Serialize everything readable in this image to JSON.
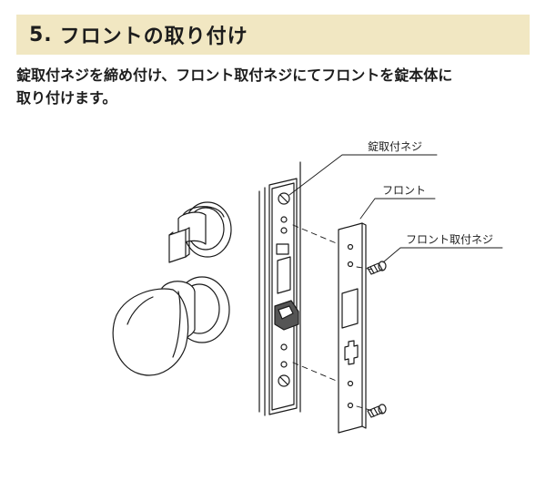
{
  "header": {
    "number": "5.",
    "title": "フロントの取り付け"
  },
  "intro": {
    "line1": "錠取付ネジを締め付け、フロント取付ネジにてフロントを錠本体に",
    "line2": "取り付けます。"
  },
  "diagram": {
    "labels": {
      "lock_screw": "錠取付ネジ",
      "front": "フロント",
      "front_screw": "フロント取付ネジ"
    },
    "colors": {
      "header_bg": "#f1e7c2",
      "line": "#1a1a1a"
    }
  }
}
